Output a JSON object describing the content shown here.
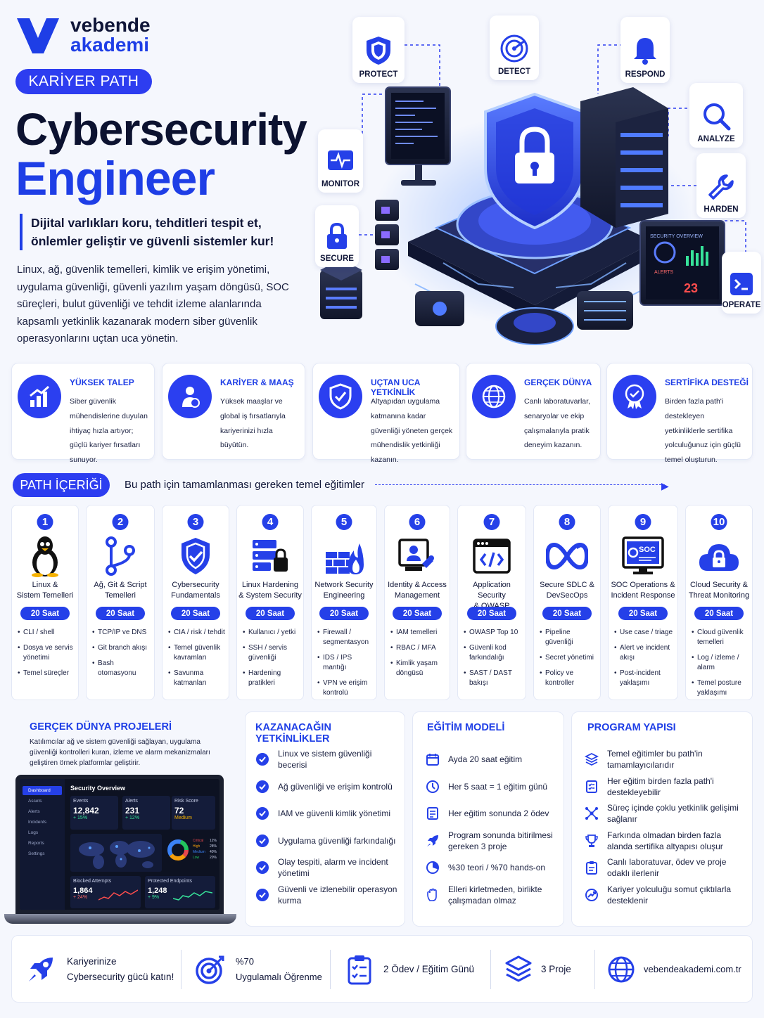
{
  "brand": {
    "line1": "vebende",
    "line2": "akademi"
  },
  "header": {
    "badge": "KARİYER PATH",
    "title1": "Cybersecurity",
    "title2": "Engineer",
    "lead": "Dijital varlıkları koru, tehditleri tespit et, önlemler geliştir ve güvenli sistemler kur!",
    "description": "Linux, ağ, güvenlik temelleri, kimlik ve erişim yönetimi, uygulama güvenliği, güvenli yazılım yaşam döngüsü, SOC süreçleri, bulut güvenliği ve tehdit izleme alanlarında kapsamlı yetkinlik kazanarak modern siber güvenlik operasyonlarını uçtan uca yönetin."
  },
  "hero": {
    "labels": {
      "protect": "PROTECT",
      "detect": "DETECT",
      "respond": "RESPOND",
      "analyze": "ANALYZE",
      "monitor": "MONITOR",
      "harden": "HARDEN",
      "secure": "SECURE",
      "operate": "OPERATE"
    },
    "monitor_title": "SECURITY OVERVIEW",
    "monitor_alert": "ALERTS",
    "monitor_count": "23"
  },
  "features": [
    {
      "title": "YÜKSEK TALEP",
      "text": "Siber güvenlik mühendislerine duyulan ihtiyaç hızla artıyor; güçlü kariyer fırsatları sunuyor.",
      "icon": "chart-growth-icon"
    },
    {
      "title": "KARİYER & MAAŞ",
      "text": "Yüksek maaşlar ve global iş fırsatlarıyla kariyerinizi hızla büyütün.",
      "icon": "career-salary-icon"
    },
    {
      "title": "UÇTAN UCA YETKİNLİK",
      "text": "Altyapıdan uygulama katmanına kadar güvenliği yöneten gerçek mühendislik yetkinliği kazanın.",
      "icon": "shield-check-icon"
    },
    {
      "title": "GERÇEK DÜNYA",
      "text": "Canlı laboratuvarlar, senaryolar ve ekip çalışmalarıyla pratik deneyim kazanın.",
      "icon": "globe-icon"
    },
    {
      "title": "SERTİFİKA DESTEĞİ",
      "text": "Birden fazla path'i destekleyen yetkinliklerle sertifika yolculuğunuz için güçlü temel oluşturun.",
      "icon": "certificate-icon"
    }
  ],
  "path": {
    "badge": "PATH İÇERİĞİ",
    "subtitle": "Bu path için tamamlanması gereken temel eğitimler"
  },
  "courses": [
    {
      "num": "1",
      "title": "Linux &\nSistem Temelleri",
      "hours": "20 Saat",
      "items": [
        "CLI / shell",
        "Dosya ve servis yönetimi",
        "Temel süreçler"
      ]
    },
    {
      "num": "2",
      "title": "Ağ, Git & Script\nTemelleri",
      "hours": "20 Saat",
      "items": [
        "TCP/IP ve DNS",
        "Git branch akışı",
        "Bash otomasyonu"
      ]
    },
    {
      "num": "3",
      "title": "Cybersecurity\nFundamentals",
      "hours": "20 Saat",
      "items": [
        "CIA / risk / tehdit",
        "Temel güvenlik kavramları",
        "Savunma katmanları"
      ]
    },
    {
      "num": "4",
      "title": "Linux Hardening\n& System Security",
      "hours": "20 Saat",
      "items": [
        "Kullanıcı / yetki",
        "SSH / servis güvenliği",
        "Hardening pratikleri"
      ]
    },
    {
      "num": "5",
      "title": "Network Security\nEngineering",
      "hours": "20 Saat",
      "items": [
        "Firewall / segmentasyon",
        "IDS / IPS mantığı",
        "VPN ve erişim kontrolü"
      ]
    },
    {
      "num": "6",
      "title": "Identity & Access\nManagement",
      "hours": "20 Saat",
      "items": [
        "IAM temelleri",
        "RBAC / MFA",
        "Kimlik yaşam döngüsü"
      ]
    },
    {
      "num": "7",
      "title": "Application Security\n& OWASP",
      "hours": "20 Saat",
      "items": [
        "OWASP Top 10",
        "Güvenli kod farkındalığı",
        "SAST / DAST bakışı"
      ]
    },
    {
      "num": "8",
      "title": "Secure SDLC &\nDevSecOps",
      "hours": "20 Saat",
      "items": [
        "Pipeline güvenliği",
        "Secret yönetimi",
        "Policy ve kontroller"
      ]
    },
    {
      "num": "9",
      "title": "SOC Operations &\nIncident Response",
      "hours": "20 Saat",
      "items": [
        "Use case / triage",
        "Alert ve incident akışı",
        "Post-incident yaklaşımı"
      ]
    },
    {
      "num": "10",
      "title": "Cloud Security &\nThreat Monitoring",
      "hours": "20 Saat",
      "items": [
        "Cloud güvenlik temelleri",
        "Log / izleme / alarm",
        "Temel posture yaklaşımı"
      ]
    }
  ],
  "projects": {
    "title": "GERÇEK DÜNYA PROJELERİ",
    "text": "Katılımcılar ağ ve sistem güvenliği sağlayan, uygulama güvenliği kontrolleri kuran, izleme ve alarm mekanizmaları geliştiren örnek platformlar geliştirir.",
    "dashboard": {
      "title": "Security Overview",
      "nav": [
        "Dashboard",
        "Assets",
        "Alerts",
        "Incidents",
        "Logs",
        "Reports",
        "Settings"
      ],
      "stats": [
        {
          "label": "Events",
          "value": "12,842",
          "delta": "+ 15%"
        },
        {
          "label": "Alerts",
          "value": "231",
          "delta": "+ 12%"
        },
        {
          "label": "Risk Score",
          "value": "72",
          "delta": "Medium"
        }
      ],
      "legend": [
        {
          "label": "Critical",
          "value": "12%"
        },
        {
          "label": "High",
          "value": "28%"
        },
        {
          "label": "Medium",
          "value": "40%"
        },
        {
          "label": "Low",
          "value": "20%"
        }
      ],
      "blocked": {
        "label": "Blocked Attempts",
        "value": "1,864",
        "delta": "+ 24%"
      },
      "protected": {
        "label": "Protected Endpoints",
        "value": "1,248",
        "delta": "+ 9%"
      }
    }
  },
  "skills": {
    "title": "KAZANACAĞIN YETKİNLİKLER",
    "items": [
      "Linux ve sistem güvenliği becerisi",
      "Ağ güvenliği ve erişim kontrolü",
      "IAM ve güvenli kimlik yönetimi",
      "Uygulama güvenliği farkındalığı",
      "Olay tespiti, alarm ve incident yönetimi",
      "Güvenli ve izlenebilir operasyon kurma"
    ]
  },
  "model": {
    "title": "EĞİTİM MODELİ",
    "items": [
      {
        "text": "Ayda 20 saat eğitim",
        "icon": "calendar-icon"
      },
      {
        "text": "Her 5 saat = 1 eğitim günü",
        "icon": "clock-icon"
      },
      {
        "text": "Her eğitim sonunda 2 ödev",
        "icon": "document-icon"
      },
      {
        "text": "Program sonunda bitirilmesi gereken 3 proje",
        "icon": "rocket-icon"
      },
      {
        "text": "%30 teori / %70 hands-on",
        "icon": "pie-icon"
      },
      {
        "text": "Elleri kirletmeden, birlikte çalışmadan olmaz",
        "icon": "hand-icon"
      }
    ]
  },
  "structure": {
    "title": "PROGRAM YAPISI",
    "items": [
      {
        "text": "Temel eğitimler bu path'in tamamlayıcılarıdır",
        "icon": "layers-icon"
      },
      {
        "text": "Her eğitim birden fazla path'i destekleyebilir",
        "icon": "checklist-icon"
      },
      {
        "text": "Süreç içinde çoklu yetkinlik gelişimi sağlanır",
        "icon": "network-icon"
      },
      {
        "text": "Farkında olmadan birden fazla alanda sertifika altyapısı oluşur",
        "icon": "trophy-icon"
      },
      {
        "text": "Canlı laboratuvar, ödev ve proje odaklı ilerlenir",
        "icon": "clipboard-icon"
      },
      {
        "text": "Kariyer yolculuğu somut çıktılarla desteklenir",
        "icon": "growth-icon"
      }
    ]
  },
  "footer": {
    "cta1": "Kariyerinize",
    "cta2": "Cybersecurity gücü katın!",
    "stat_value": "%70",
    "stat_label": "Uygulamalı Öğrenme",
    "homework": "2 Ödev / Eğitim Günü",
    "projects": "3 Proje",
    "website": "vebendeakademi.com.tr"
  },
  "colors": {
    "primary": "#2d3df0",
    "dark": "#101638",
    "card": "#ffffff",
    "background": "#f5f7fd"
  }
}
